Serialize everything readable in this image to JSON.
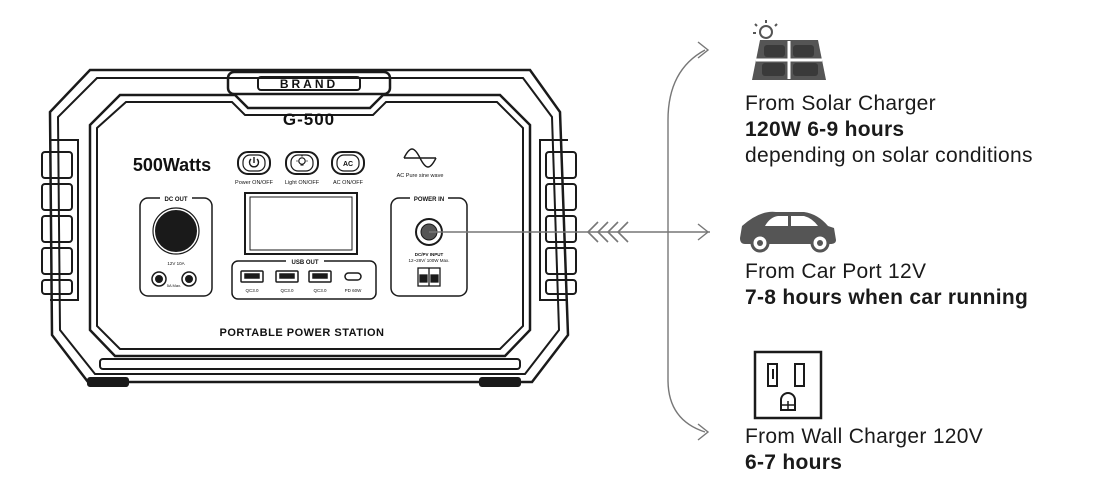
{
  "device": {
    "brand": "BRAND",
    "model": "G-500",
    "wattage": "500Watts",
    "buttons": [
      {
        "icon": "power-icon",
        "label": "Power ON/OFF"
      },
      {
        "icon": "bulb-icon",
        "label": "Light ON/OFF"
      },
      {
        "icon": "ac-text-icon",
        "text": "AC",
        "label": "AC ON/OFF"
      }
    ],
    "wave_label": "AC Pure sine wave",
    "dc_out": {
      "title": "DC OUT",
      "rating": "12V 10A",
      "jack_label": "5A Max."
    },
    "usb_out": {
      "title": "USB OUT",
      "ports": [
        "QC3.0",
        "QC3.0",
        "QC3.0",
        "PD 60W"
      ]
    },
    "power_in": {
      "title": "POWER IN",
      "spec_line1": "DC/PV INPUT",
      "spec_line2": "12~28V/ 100W Max."
    },
    "footer": "PORTABLE POWER STATION"
  },
  "sources": [
    {
      "icon": "solar-panel-icon",
      "title": "From Solar Charger",
      "bold": "120W  6-9 hours",
      "note": "depending on solar conditions"
    },
    {
      "icon": "car-icon",
      "title": "From Car Port 12V",
      "bold": "7-8 hours when car running"
    },
    {
      "icon": "wall-outlet-icon",
      "title": "From Wall Charger 120V",
      "bold": "6-7 hours"
    }
  ]
}
